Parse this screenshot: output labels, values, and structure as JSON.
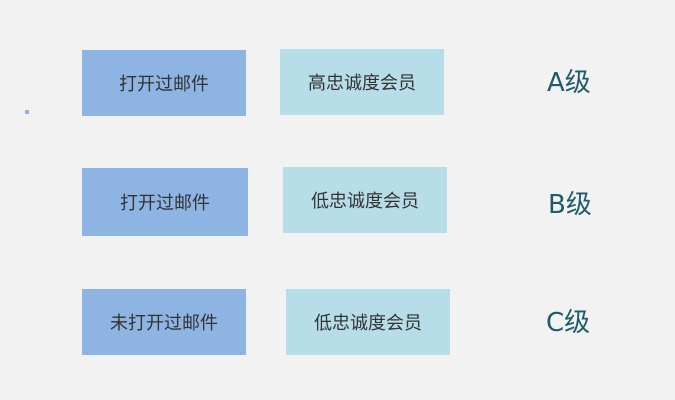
{
  "rows": [
    {
      "email_status": "打开过邮件",
      "loyalty": "高忠诚度会员",
      "grade": "A级"
    },
    {
      "email_status": "打开过邮件",
      "loyalty": "低忠诚度会员",
      "grade": "B级"
    },
    {
      "email_status": "未打开过邮件",
      "loyalty": "低忠诚度会员",
      "grade": "C级"
    }
  ],
  "colors": {
    "background": "#f2f2f2",
    "email_box": "#8eb4e3",
    "loyalty_box": "#b7dde8",
    "grade_text": "#1f5c6b",
    "box_text": "#333333"
  }
}
